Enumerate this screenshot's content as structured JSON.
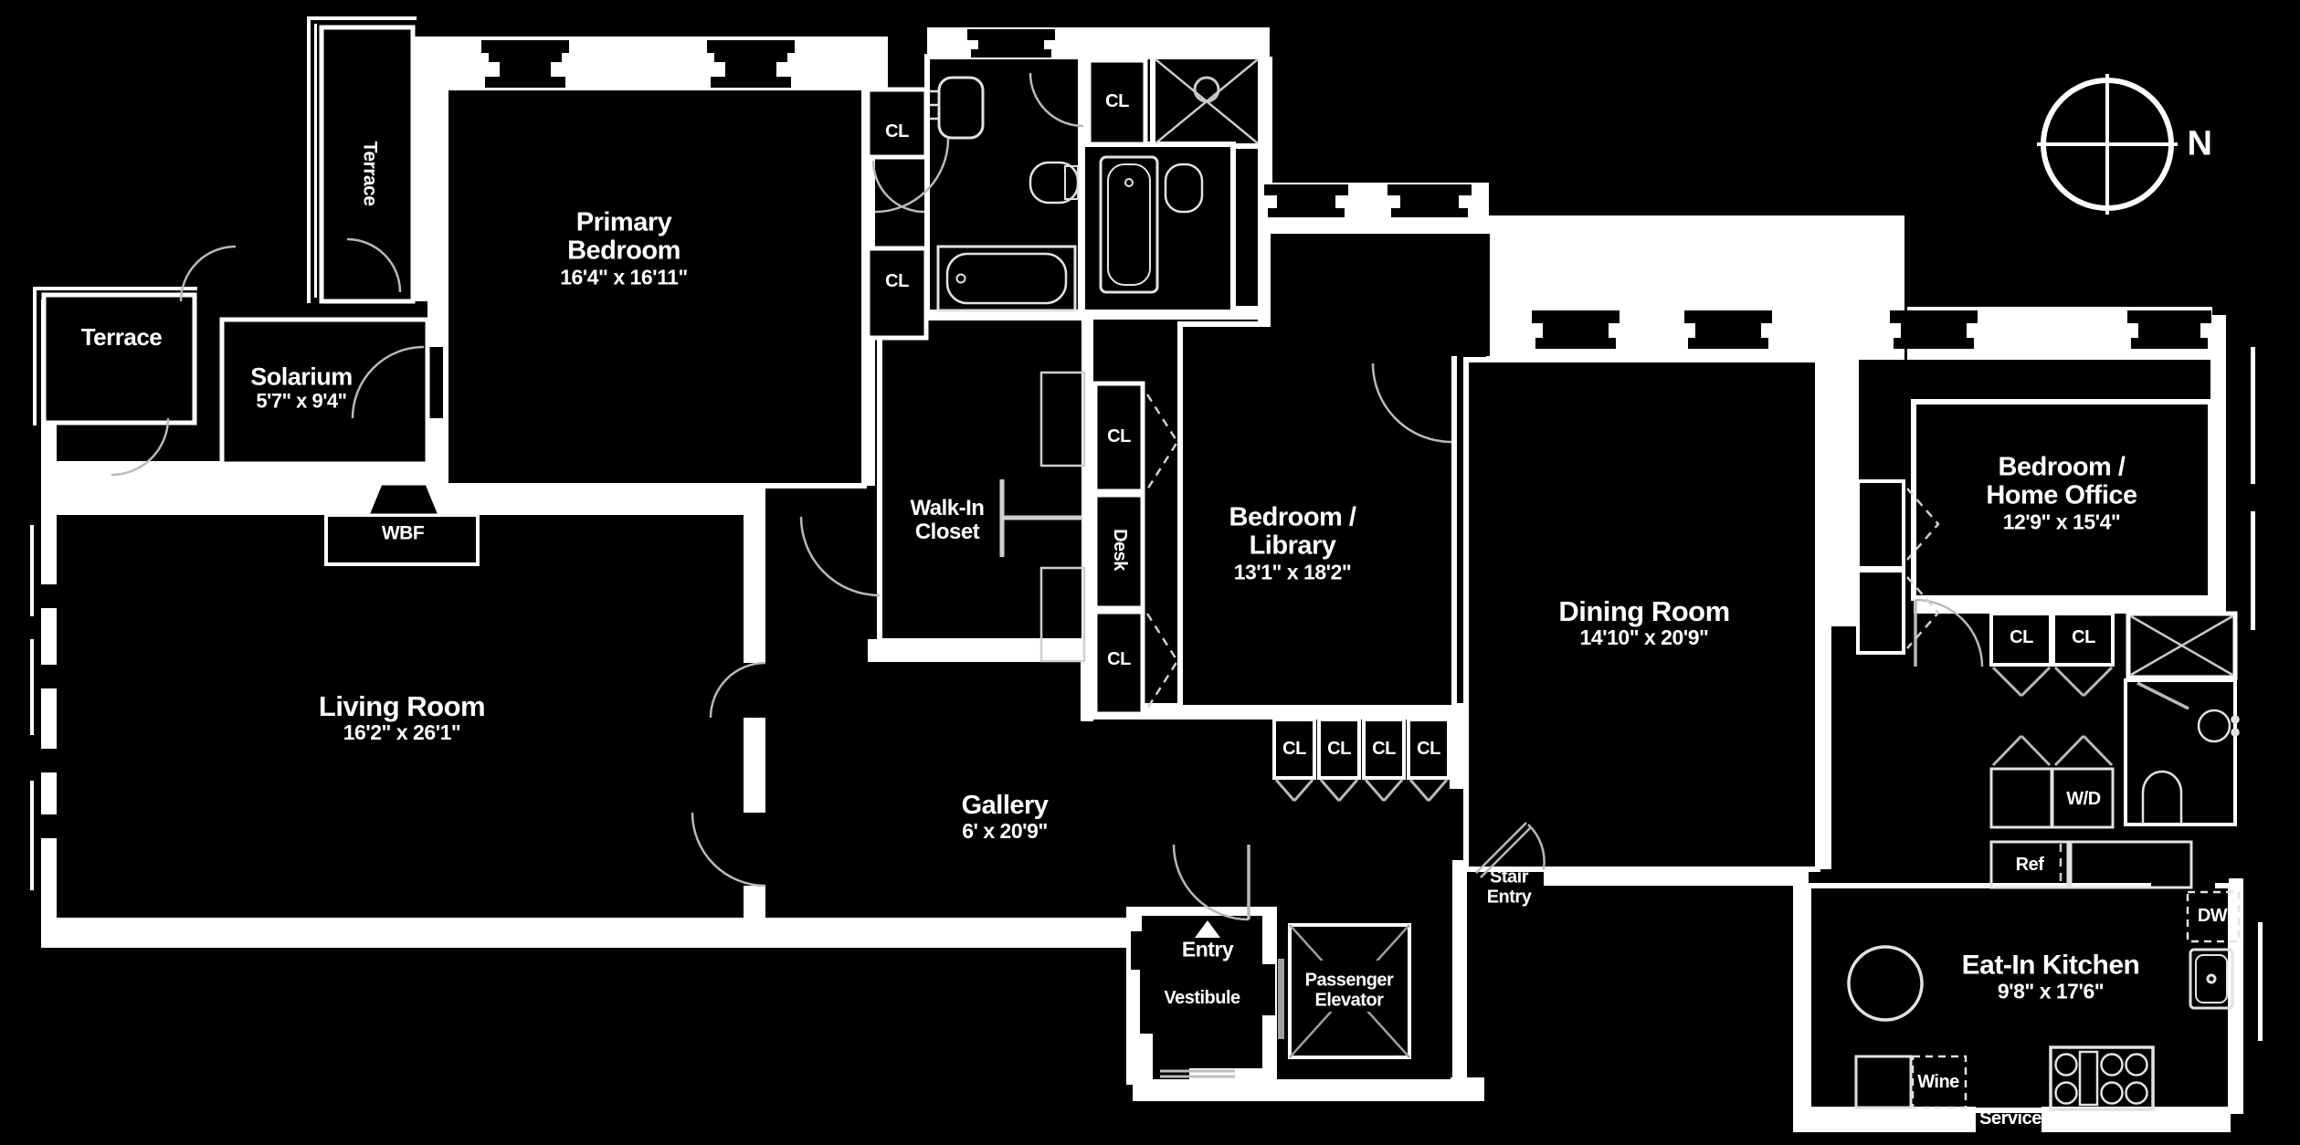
{
  "colors": {
    "background": "#000000",
    "wall": "#ffffff",
    "thin_line": "#b9b9b9"
  },
  "compass": {
    "label": "N"
  },
  "rooms": {
    "terrace_top": {
      "name": "Terrace"
    },
    "terrace_left": {
      "name": "Terrace"
    },
    "solarium": {
      "name": "Solarium",
      "dims": "5'7\" x 9'4\""
    },
    "primary_bedroom": {
      "name_line1": "Primary",
      "name_line2": "Bedroom",
      "dims": "16'4\" x 16'11\""
    },
    "living_room": {
      "name": "Living Room",
      "dims": "16'2\" x 26'1\""
    },
    "walk_in_closet": {
      "name_line1": "Walk-In",
      "name_line2": "Closet"
    },
    "bedroom_library": {
      "name_line1": "Bedroom /",
      "name_line2": "Library",
      "dims": "13'1\" x 18'2\""
    },
    "gallery": {
      "name": "Gallery",
      "dims": "6' x 20'9\""
    },
    "dining_room": {
      "name": "Dining Room",
      "dims": "14'10\" x 20'9\""
    },
    "bedroom_home_office": {
      "name_line1": "Bedroom /",
      "name_line2": "Home Office",
      "dims": "12'9\" x 15'4\""
    },
    "eat_in_kitchen": {
      "name": "Eat-In Kitchen",
      "dims": "9'8\" x 17'6\""
    },
    "stair_entry": {
      "name_line1": "Stair",
      "name_line2": "Entry"
    },
    "entry_vestibule": {
      "entry": "Entry",
      "vestibule": "Vestibule"
    },
    "passenger_elevator": {
      "name_line1": "Passenger",
      "name_line2": "Elevator"
    }
  },
  "fixtures": {
    "wbf": "WBF",
    "desk": "Desk",
    "closet": "CL",
    "washer_dryer": "W/D",
    "refrigerator": "Ref",
    "dishwasher": "DW",
    "wine": "Wine",
    "service": "Service"
  }
}
